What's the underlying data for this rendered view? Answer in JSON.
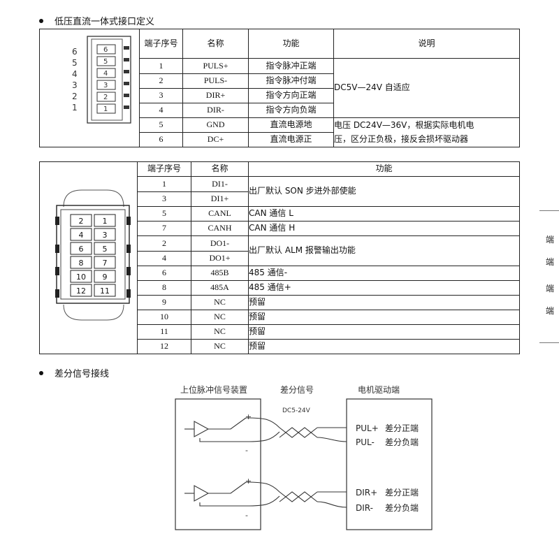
{
  "section1": {
    "title": "低压直流一体式接口定义"
  },
  "table1": {
    "headers": [
      "端子序号",
      "名称",
      "功能",
      "说明"
    ],
    "connector_pins": [
      "6",
      "5",
      "4",
      "3",
      "2",
      "1"
    ],
    "rows": [
      {
        "pin": "1",
        "name": "PULS+",
        "func": "指令脉冲正端"
      },
      {
        "pin": "2",
        "name": "PULS-",
        "func": "指令脉冲付端"
      },
      {
        "pin": "3",
        "name": "DIR+",
        "func": "指令方向正端"
      },
      {
        "pin": "4",
        "name": "DIR-",
        "func": "指令方向负端"
      },
      {
        "pin": "5",
        "name": "GND",
        "func": "直流电源地"
      },
      {
        "pin": "6",
        "name": "DC+",
        "func": "直流电源正"
      }
    ],
    "note_signal": "DC5V—24V 自适应",
    "note_power_line1": "电压 DC24V—36V，根据实际电机电",
    "note_power_line2": "压，区分正负极，接反会损坏驱动器"
  },
  "table2": {
    "headers": [
      "端子序号",
      "名称",
      "功能"
    ],
    "connector_pins": [
      [
        "2",
        "1"
      ],
      [
        "4",
        "3"
      ],
      [
        "6",
        "5"
      ],
      [
        "8",
        "7"
      ],
      [
        "10",
        "9"
      ],
      [
        "12",
        "11"
      ]
    ],
    "rows": [
      {
        "pin": "1",
        "name": "DI1-"
      },
      {
        "pin": "3",
        "name": "DI1+"
      },
      {
        "pin": "5",
        "name": "CANL",
        "func": "CAN 通信 L"
      },
      {
        "pin": "7",
        "name": "CANH",
        "func": "CAN 通信 H"
      },
      {
        "pin": "2",
        "name": "DO1-"
      },
      {
        "pin": "4",
        "name": "DO1+"
      },
      {
        "pin": "6",
        "name": "485B",
        "func": "485 通信-"
      },
      {
        "pin": "8",
        "name": "485A",
        "func": "485 通信+"
      },
      {
        "pin": "9",
        "name": "NC",
        "func": "预留"
      },
      {
        "pin": "10",
        "name": "NC",
        "func": "预留"
      },
      {
        "pin": "11",
        "name": "NC",
        "func": "预留"
      },
      {
        "pin": "12",
        "name": "NC",
        "func": "预留"
      }
    ],
    "func_son": "出厂默认 SON 步进外部使能",
    "func_alm": "出厂默认 ALM 报警输出功能"
  },
  "side_fragments": [
    "端",
    "端",
    "端",
    "端"
  ],
  "section2": {
    "title": "差分信号接线"
  },
  "diagram": {
    "left_label": "上位脉冲信号装置",
    "mid_label": "差分信号",
    "voltage": "DC5-24V",
    "right_label": "电机驱动端",
    "plus": "+",
    "minus": "-",
    "pul_plus": "PUL+",
    "pul_minus": "PUL-",
    "dir_plus": "DIR+",
    "dir_minus": "DIR-",
    "pos_desc": "差分正端",
    "neg_desc": "差分负端"
  }
}
